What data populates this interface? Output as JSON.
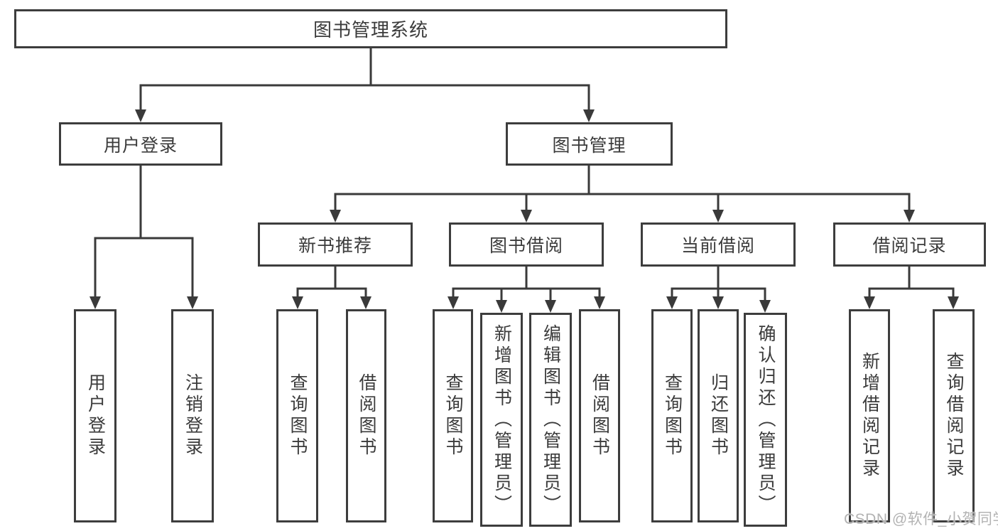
{
  "diagram": {
    "title": "图书管理系统",
    "branches": [
      {
        "label": "用户登录",
        "children": [
          {
            "label": "用户登录"
          },
          {
            "label": "注销登录"
          }
        ]
      },
      {
        "label": "图书管理",
        "children": [
          {
            "label": "新书推荐",
            "children": [
              {
                "label": "查询图书"
              },
              {
                "label": "借阅图书"
              }
            ]
          },
          {
            "label": "图书借阅",
            "children": [
              {
                "label": "查询图书"
              },
              {
                "label": "新增图书（管理员）"
              },
              {
                "label": "编辑图书（管理员）"
              },
              {
                "label": "借阅图书"
              }
            ]
          },
          {
            "label": "当前借阅",
            "children": [
              {
                "label": "查询图书"
              },
              {
                "label": "归还图书"
              },
              {
                "label": "确认归还（管理员）"
              }
            ]
          },
          {
            "label": "借阅记录",
            "children": [
              {
                "label": "新增借阅记录"
              },
              {
                "label": "查询借阅记录"
              }
            ]
          }
        ]
      }
    ]
  },
  "watermark": {
    "text": "CSDN @软件_小贺同学"
  },
  "colors": {
    "line": "#3a3a3a",
    "box_border": "#3d3d3d",
    "text": "#3b3b3b",
    "watermark": "#b3b3b3",
    "background": "#ffffff"
  }
}
